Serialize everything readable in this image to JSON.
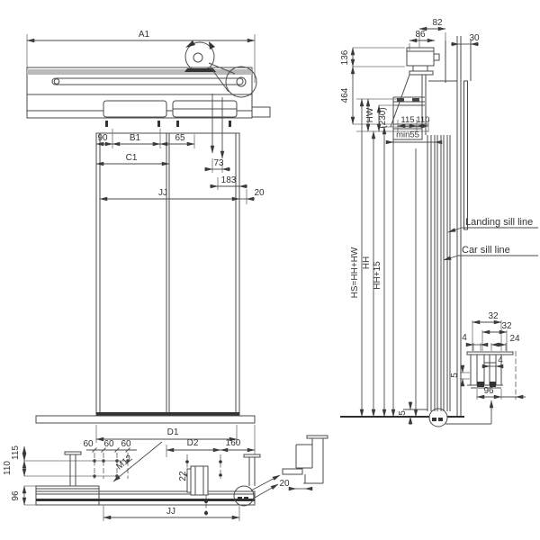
{
  "drawing_type": "elevator-door-installation-technical-drawing",
  "colors": {
    "line": "#4a4a4a",
    "dark_fill": "#2e2e2e",
    "gray_band": "#b9b9b9",
    "text": "#333333",
    "background": "#ffffff"
  },
  "front_view": {
    "dim_a1": "A1",
    "dim_90": "90",
    "dim_b1": "B1",
    "dim_65": "65",
    "dim_c1": "C1",
    "dim_73": "73",
    "dim_183": "183",
    "dim_20": "20",
    "dim_jj": "JJ"
  },
  "side_view": {
    "dim_82": "82",
    "dim_86": "86",
    "dim_30": "30",
    "dim_136": "136",
    "dim_464": "464",
    "dim_hw": "HW",
    "dim_230": "(230)",
    "dim_115": "115",
    "dim_110": "110",
    "dim_min55": "min55",
    "dim_hs": "HS=HH+HW",
    "dim_hh": "HH",
    "dim_hh15": "HH+15",
    "dim_5": "5",
    "note_landing_sill": "Landing sill line",
    "note_car_sill": "Car sill line"
  },
  "plan_view": {
    "dim_d1": "D1",
    "dim_60a": "60",
    "dim_60b": "60",
    "dim_60c": "60",
    "dim_m12": "M12",
    "dim_d2": "D2",
    "dim_160": "160",
    "dim_115": "115",
    "dim_110": "110",
    "dim_96": "96",
    "dim_22": "22",
    "dim_jj": "JJ",
    "dim_20": "20"
  },
  "detail_view": {
    "dim_32a": "32",
    "dim_32b": "32",
    "dim_24": "24",
    "dim_4a": "4",
    "dim_4b": "4",
    "dim_5": "5",
    "dim_96": "96"
  }
}
